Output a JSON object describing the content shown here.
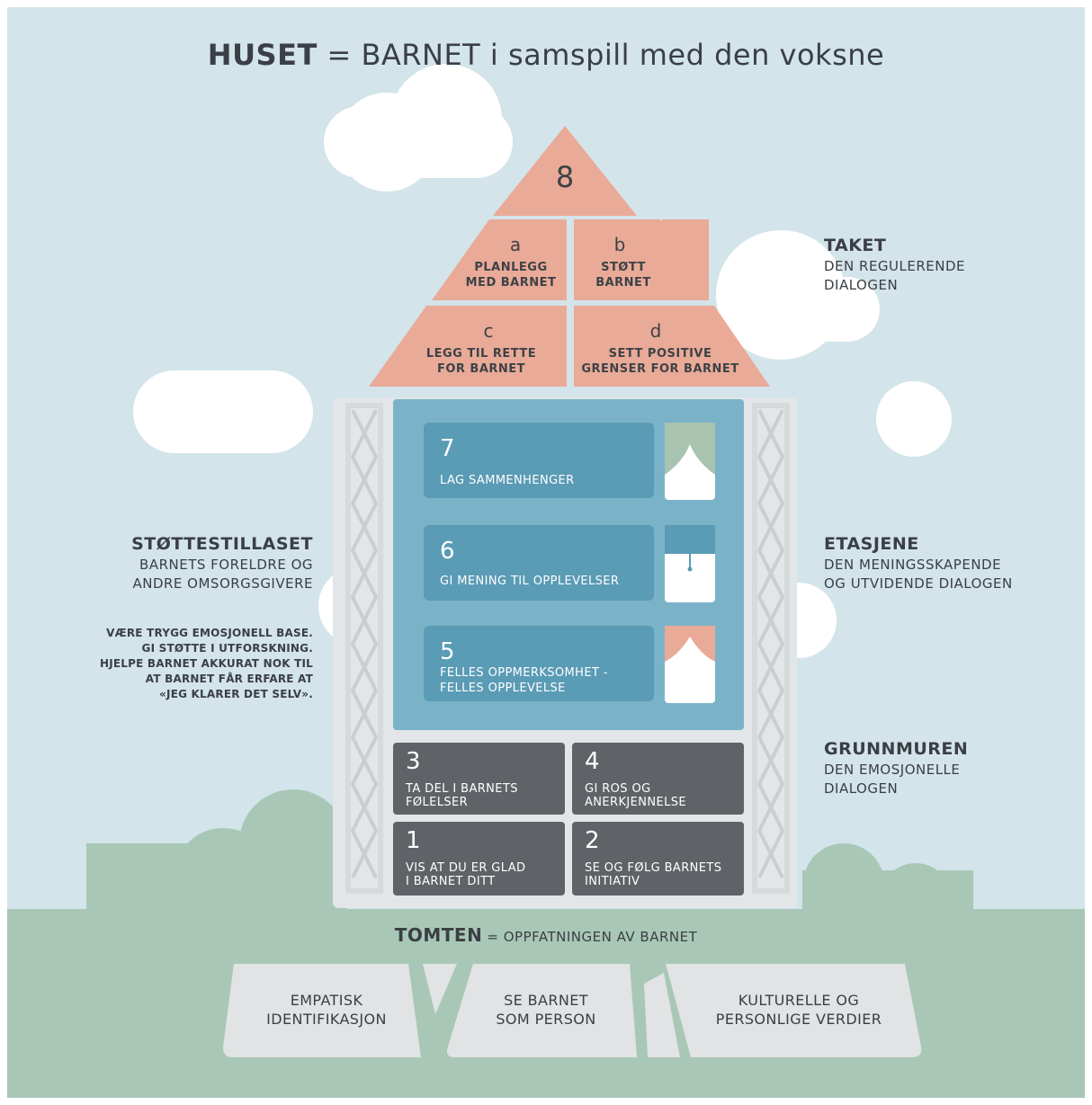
{
  "title": {
    "bold": "HUSET",
    "rest": "= BARNET i samspill med den voksne"
  },
  "roof": {
    "top_number": "8",
    "a": {
      "letter": "a",
      "line1": "PLANLEGG",
      "line2": "MED BARNET"
    },
    "b": {
      "letter": "b",
      "line1": "STØTT",
      "line2": "BARNET"
    },
    "c": {
      "letter": "c",
      "line1": "LEGG TIL RETTE",
      "line2": "FOR BARNET"
    },
    "d": {
      "letter": "d",
      "line1": "SETT POSITIVE",
      "line2": "GRENSER FOR BARNET"
    }
  },
  "floors": [
    {
      "number": "7",
      "line1": "LAG SAMMENHENGER",
      "line2": ""
    },
    {
      "number": "6",
      "line1": "GI MENING TIL OPPLEVELSER",
      "line2": ""
    },
    {
      "number": "5",
      "line1": "FELLES OPPMERKSOMHET -",
      "line2": "FELLES OPPLEVELSE"
    }
  ],
  "foundation": [
    {
      "number": "3",
      "line1": "TA DEL I BARNETS",
      "line2": "FØLELSER"
    },
    {
      "number": "4",
      "line1": "GI ROS OG",
      "line2": "ANERKJENNELSE"
    },
    {
      "number": "1",
      "line1": "VIS AT DU ER GLAD",
      "line2": "I BARNET DITT"
    },
    {
      "number": "2",
      "line1": "SE OG FØLG BARNETS",
      "line2": "INITIATIV"
    }
  ],
  "labels": {
    "taket": {
      "head": "TAKET",
      "line1": "DEN REGULERENDE",
      "line2": "DIALOGEN"
    },
    "etasjene": {
      "head": "ETASJENE",
      "line1": "DEN MENINGSSKAPENDE",
      "line2": "OG UTVIDENDE DIALOGEN"
    },
    "grunnmuren": {
      "head": "GRUNNMUREN",
      "line1": "DEN EMOSJONELLE",
      "line2": "DIALOGEN"
    },
    "stottestillaset": {
      "head": "STØTTESTILLASET",
      "line1": "BARNETS FORELDRE OG",
      "line2": "ANDRE OMSORGSGIVERE",
      "detail": [
        "VÆRE TRYGG EMOSJONELL BASE.",
        "GI STØTTE I UTFORSKNING.",
        "HJELPE BARNET AKKURAT NOK TIL",
        "AT BARNET FÅR ERFARE AT",
        "«JEG KLARER DET SELV»."
      ]
    }
  },
  "tomten": {
    "head": "TOMTEN",
    "rest": "= OPPFATNINGEN AV BARNET",
    "stones": [
      {
        "line1": "EMPATISK",
        "line2": "IDENTIFIKASJON"
      },
      {
        "line1": "SE BARNET",
        "line2": "SOM PERSON"
      },
      {
        "line1": "KULTURELLE OG",
        "line2": "PERSONLIGE VERDIER"
      }
    ]
  },
  "colors": {
    "sky": "#d3e4ea",
    "roof": "#eaaa98",
    "floors_bg": "#7ab3c8",
    "floor_box": "#5a9bb5",
    "foundation": "#5f6367",
    "ground": "#a9c7b6",
    "stone": "#e1e3e4",
    "scaffold": "#e2e6e8"
  }
}
